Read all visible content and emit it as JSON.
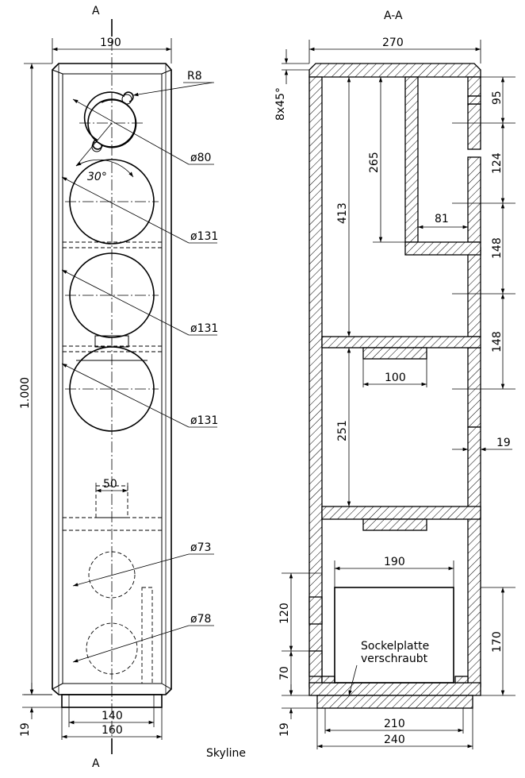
{
  "section_marker": "A",
  "section_title": "A-A",
  "drawing_name": "Skyline",
  "front_view": {
    "dims": {
      "width_top": "190",
      "height": "1.000",
      "radius": "R8",
      "d_tweeter": "ø80",
      "angle": "30°",
      "d_mid1": "ø131",
      "d_mid2": "ø131",
      "d_mid3": "ø131",
      "port_width": "50",
      "d_port1": "ø73",
      "d_port2": "ø78",
      "base_height": "19",
      "base_inner": "140",
      "base_outer": "160"
    }
  },
  "section_view": {
    "dims": {
      "width_top": "270",
      "chamfer": "8x45°",
      "d95": "95",
      "d124": "124",
      "d148a": "148",
      "d148b": "148",
      "d19r": "19",
      "d413": "413",
      "d265": "265",
      "d81": "81",
      "d100": "100",
      "d251": "251",
      "d190": "190",
      "d120": "120",
      "d70": "70",
      "d170": "170",
      "d19l": "19",
      "d210": "210",
      "d240": "240"
    },
    "note_line1": "Sockelplatte",
    "note_line2": "verschraubt"
  }
}
